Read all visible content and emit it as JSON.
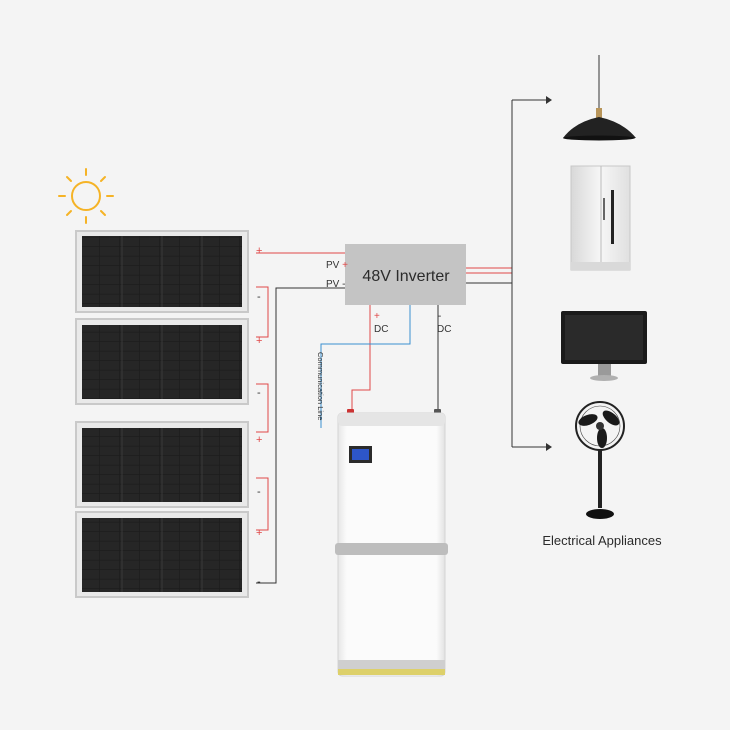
{
  "inverter": {
    "label": "48V Inverter"
  },
  "inputs": {
    "pv_plus": "PV +",
    "pv_minus": "PV -"
  },
  "outputs": {
    "dc_plus_sign": "+",
    "dc_plus_label": "DC",
    "dc_minus_sign": "-",
    "dc_minus_label": "DC"
  },
  "communication": {
    "label": "Communication Line"
  },
  "panel_polarity": {
    "plus": "+",
    "minus": "-"
  },
  "appliances": {
    "caption": "Electrical Appliances",
    "items": [
      "pendant-lamp-icon",
      "refrigerator-icon",
      "monitor-icon",
      "fan-icon"
    ]
  },
  "colors": {
    "positive_wire": "#e04848",
    "negative_wire": "#333333",
    "comm_wire": "#3a8fd0",
    "inverter_box": "#c4c4c4",
    "sun": "#f5b326",
    "panel_cell": "#222222",
    "panel_frame": "#c9c9c9"
  }
}
